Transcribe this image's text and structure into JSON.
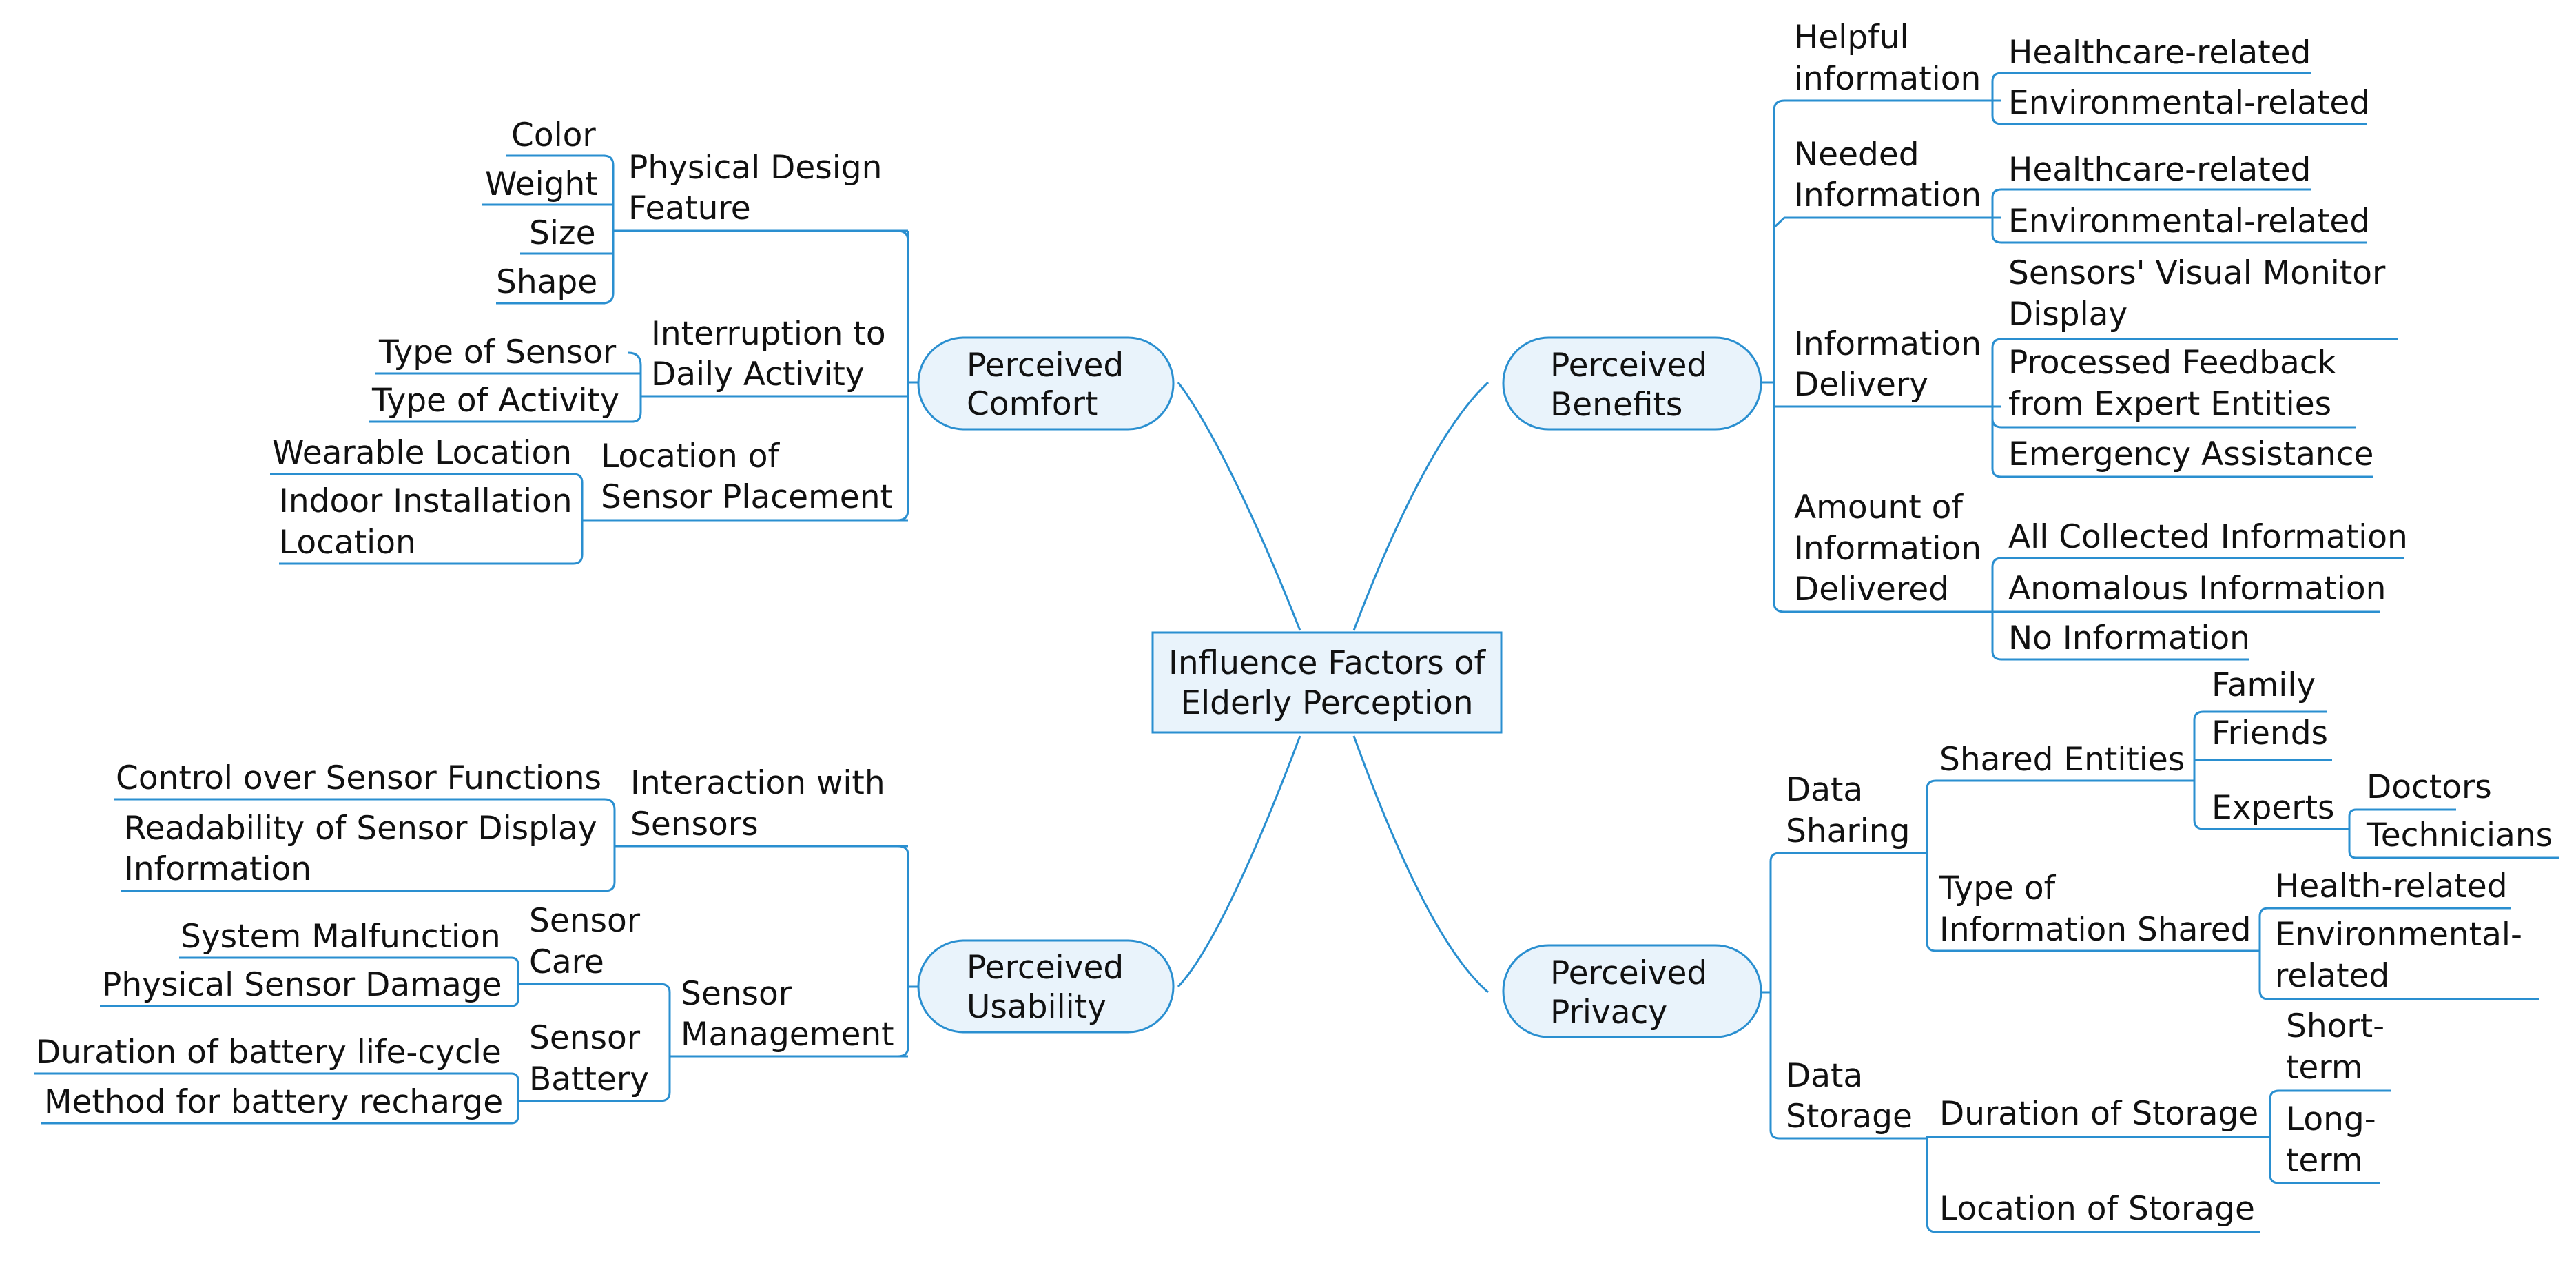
{
  "root": [
    "Influence Factors of",
    "Elderly Perception"
  ],
  "comfort": {
    "title": [
      "Perceived",
      "Comfort"
    ],
    "physical": {
      "label": [
        "Physical Design",
        "Feature"
      ],
      "items": [
        "Color",
        "Weight",
        "Size",
        "Shape"
      ]
    },
    "interruption": {
      "label": [
        "Interruption to",
        "Daily Activity"
      ],
      "items": [
        "Type of Sensor",
        "Type of Activity"
      ]
    },
    "location": {
      "label": [
        "Location of",
        "Sensor Placement"
      ],
      "items": [
        [
          "Wearable Location"
        ],
        [
          "Indoor Installation",
          "Location"
        ]
      ]
    }
  },
  "usability": {
    "title": [
      "Perceived",
      "Usability"
    ],
    "interaction": {
      "label": [
        "Interaction with",
        "Sensors"
      ],
      "items": [
        [
          "Control over Sensor Functions"
        ],
        [
          "Readability of Sensor Display",
          "Information"
        ]
      ]
    },
    "management": {
      "label": [
        "Sensor",
        "Management"
      ],
      "care": {
        "label": [
          "Sensor",
          "Care"
        ],
        "items": [
          "System Malfunction",
          "Physical Sensor Damage"
        ]
      },
      "battery": {
        "label": [
          "Sensor",
          "Battery"
        ],
        "items": [
          "Duration of battery life-cycle",
          "Method for battery recharge"
        ]
      }
    }
  },
  "benefits": {
    "title": [
      "Perceived",
      "Benefits"
    ],
    "helpful": {
      "label": [
        "Helpful",
        "information"
      ],
      "items": [
        "Healthcare-related",
        "Environmental-related"
      ]
    },
    "needed": {
      "label": [
        "Needed",
        "Information"
      ],
      "items": [
        "Healthcare-related",
        "Environmental-related"
      ]
    },
    "delivery": {
      "label": [
        "Information",
        "Delivery"
      ],
      "items": [
        [
          "Sensors' Visual Monitor",
          "Display"
        ],
        [
          "Processed Feedback",
          "from Expert Entities"
        ],
        [
          "Emergency Assistance"
        ]
      ]
    },
    "amount": {
      "label": [
        "Amount of",
        "Information",
        "Delivered"
      ],
      "items": [
        "All Collected Information",
        "Anomalous Information",
        "No Information"
      ]
    }
  },
  "privacy": {
    "title": [
      "Perceived",
      "Privacy"
    ],
    "sharing": {
      "label": [
        "Data",
        "Sharing"
      ],
      "entities": {
        "label": "Shared Entities",
        "items": [
          "Family",
          "Friends",
          "Experts"
        ],
        "experts_items": [
          "Doctors",
          "Technicians"
        ]
      },
      "type": {
        "label": [
          "Type of",
          "Information Shared"
        ],
        "items": [
          [
            "Health-related"
          ],
          [
            "Environmental-",
            "related"
          ]
        ]
      }
    },
    "storage": {
      "label": [
        "Data",
        "Storage"
      ],
      "duration": {
        "label": "Duration of Storage",
        "items": [
          [
            "Short-",
            "term"
          ],
          [
            "Long-",
            "term"
          ]
        ]
      },
      "location": "Location of Storage"
    }
  }
}
